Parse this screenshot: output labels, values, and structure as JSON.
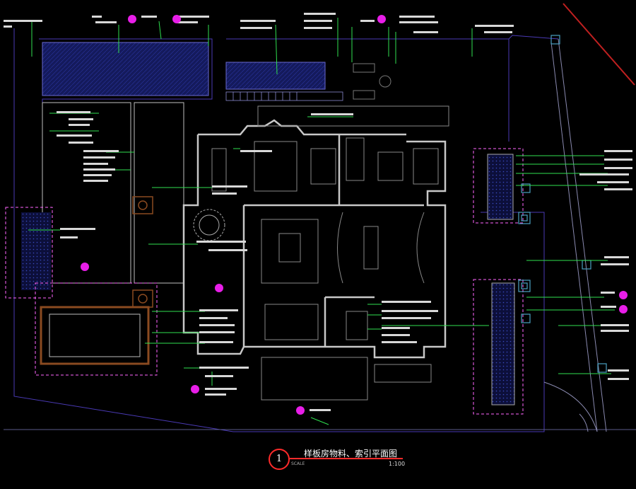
{
  "drawing": {
    "title": "样板房物料、索引平面图",
    "index_number": "1",
    "scale_label": "SCALE",
    "scale_value": "1:100"
  },
  "colors": {
    "background": "#000000",
    "wall": "#c8c8c8",
    "fill_blue": "#1a1f6a",
    "pink": "#ff66ff",
    "leader_green": "#2fe04f",
    "note_text": "#e6e6e6",
    "index_magenta": "#e81ee8",
    "site_boundary_red": "#c02020",
    "outline_purple": "#4a3ab5"
  },
  "annotations_note": ""
}
